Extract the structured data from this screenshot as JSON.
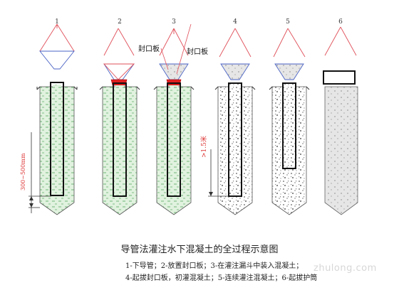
{
  "step_numbers": [
    "1",
    "2",
    "3",
    "4",
    "5",
    "6"
  ],
  "labels": {
    "seal_plate_a": "封口板",
    "seal_plate_b": "封口板",
    "dim_300_500": "300~500mm",
    "dim_1_5m": ">1.5米"
  },
  "caption": "导管法灌注水下混凝土的全过程示意图",
  "legend": {
    "line1": "1-下导管；2-放置封口板；3-在灌注漏斗中装入混凝土；",
    "line2": "4-起拔封口板，初灌混凝土；5-连续灌注混凝土；6-起拔护筒"
  },
  "watermark": "zhulong.com",
  "colors": {
    "water": "#e1f2df",
    "water_dash": "#53a85d",
    "seal": "#e02020",
    "funnel_red": "#d9494f",
    "funnel_blue": "#4a63c4"
  }
}
